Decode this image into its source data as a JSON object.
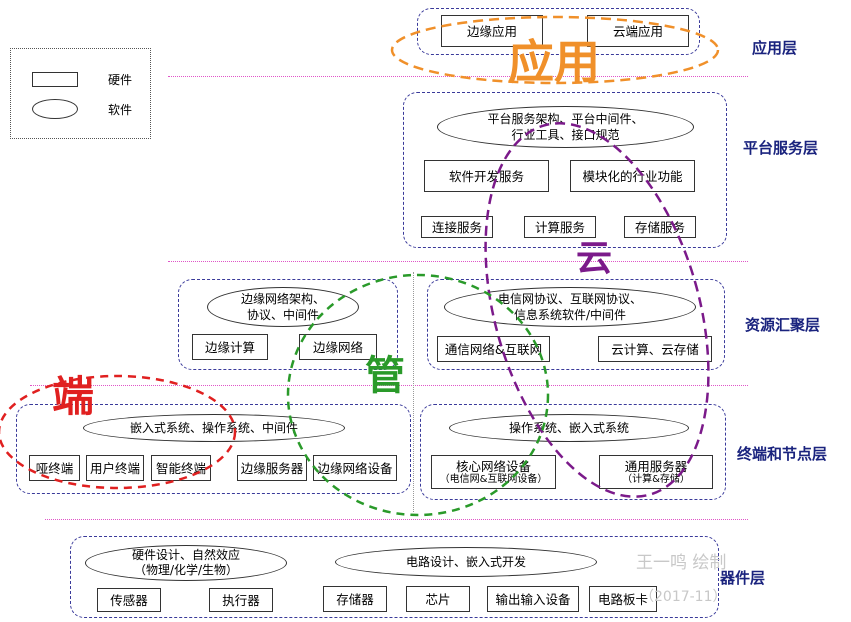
{
  "legend": {
    "hardware": "硬件",
    "software": "软件"
  },
  "layers": {
    "app": "应用层",
    "platform": "平台服务层",
    "resource": "资源汇聚层",
    "terminal": "终端和节点层",
    "device": "器件层"
  },
  "app": {
    "edge_app": "边缘应用",
    "cloud_app": "云端应用"
  },
  "platform": {
    "ellipse": "平台服务架构、平台中间件、\n行业工具、接口规范",
    "software_dev": "软件开发服务",
    "modular": "模块化的行业功能",
    "connect": "连接服务",
    "compute": "计算服务",
    "storage": "存储服务"
  },
  "resource_left": {
    "ellipse": "边缘网络架构、\n协议、中间件",
    "edge_compute": "边缘计算",
    "edge_network": "边缘网络"
  },
  "resource_right": {
    "ellipse": "电信网协议、互联网协议、\n信息系统软件/中间件",
    "telecom": "通信网络&互联网",
    "cloud": "云计算、云存储"
  },
  "terminal_left": {
    "ellipse": "嵌入式系统、操作系统、中间件",
    "dumb": "哑终端",
    "user": "用户终端",
    "smart": "智能终端",
    "edge_server": "边缘服务器",
    "edge_net_dev": "边缘网络设备"
  },
  "terminal_right": {
    "ellipse": "操作系统、嵌入式系统",
    "core_title": "核心网络设备",
    "core_sub": "（电信网&互联网设备）",
    "general_title": "通用服务器",
    "general_sub": "（计算&存储）"
  },
  "device": {
    "ellipse1_a": "硬件设计、自然效应",
    "ellipse1_b": "（物理/化学/生物）",
    "ellipse2": "电路设计、嵌入式开发",
    "sensor": "传感器",
    "actuator": "执行器",
    "memory": "存储器",
    "chip": "芯片",
    "io": "输出输入设备",
    "board": "电路板卡"
  },
  "overlay": {
    "yingyong": "应用",
    "yun": "云",
    "guan": "管",
    "duan": "端"
  },
  "watermark": {
    "author": "王一鸣 绘制",
    "date": "（2017-11）"
  },
  "colors": {
    "app_ellipse": "#f0902a",
    "cloud_ellipse": "#7b1a8a",
    "pipe_ellipse": "#2a9a2a",
    "edge_ellipse": "#e02020",
    "group_border": "#3a3a9a",
    "divider": "#e055c8",
    "layer_label": "#1a237e"
  }
}
